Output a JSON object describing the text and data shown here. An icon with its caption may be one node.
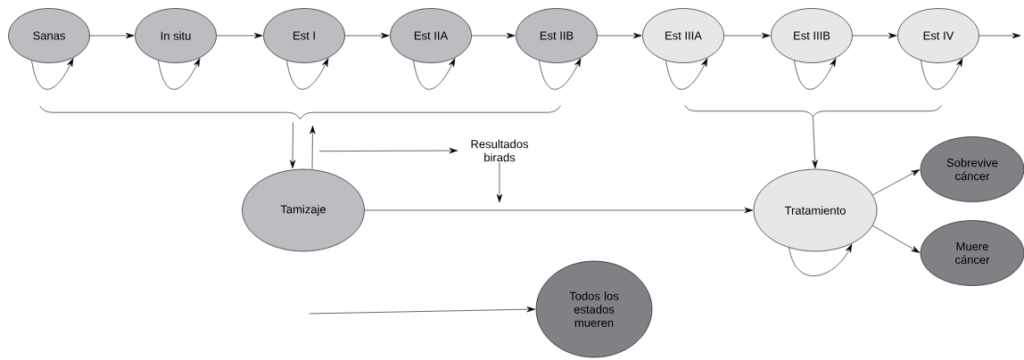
{
  "diagram": {
    "nodes": [
      {
        "text": [
          "Sanas"
        ]
      },
      {
        "text": [
          "In situ"
        ]
      },
      {
        "text": [
          "Est I"
        ]
      },
      {
        "text": [
          "Est IIA"
        ]
      },
      {
        "text": [
          "Est IIB"
        ]
      },
      {
        "text": [
          "Est IIIA"
        ]
      },
      {
        "text": [
          "Est IIIB"
        ]
      },
      {
        "text": [
          "Est IV"
        ]
      },
      {
        "text": [
          "Tamizaje"
        ]
      },
      {
        "text": [
          "Resultados birads"
        ]
      },
      {
        "text": [
          "Tratamiento"
        ]
      },
      {
        "text": [
          "Sobrevive cáncer"
        ]
      },
      {
        "text": [
          "Muere cáncer"
        ]
      },
      {
        "text": [
          "Todos los estados mueren"
        ]
      },
      {
        "text": [],
        "shape": "brace"
      },
      {
        "text": [],
        "shape": "brace"
      }
    ],
    "edges": [
      {
        "from": 0,
        "to": 1,
        "arrow": "to"
      },
      {
        "from": 1,
        "to": 2,
        "arrow": "to"
      },
      {
        "from": 2,
        "to": 3,
        "arrow": "to"
      },
      {
        "from": 3,
        "to": 4,
        "arrow": "to"
      },
      {
        "from": 4,
        "to": 5,
        "arrow": "to"
      },
      {
        "from": 5,
        "to": 6,
        "arrow": "to"
      },
      {
        "from": 6,
        "to": 7,
        "arrow": "to"
      },
      {
        "from": 7,
        "to": null,
        "arrow": "to"
      },
      {
        "from": 0,
        "to": 0,
        "arrow": "to"
      },
      {
        "from": 1,
        "to": 1,
        "arrow": "to"
      },
      {
        "from": 2,
        "to": 2,
        "arrow": "to"
      },
      {
        "from": 3,
        "to": 3,
        "arrow": "to"
      },
      {
        "from": 4,
        "to": 4,
        "arrow": "to"
      },
      {
        "from": 5,
        "to": 5,
        "arrow": "to"
      },
      {
        "from": 6,
        "to": 6,
        "arrow": "to"
      },
      {
        "from": 7,
        "to": 7,
        "arrow": "to"
      },
      {
        "from": 14,
        "to": 8,
        "arrow": "to"
      },
      {
        "from": 8,
        "to": 14,
        "arrow": "to"
      },
      {
        "from": 8,
        "to": 9,
        "arrow": "to"
      },
      {
        "from": 9,
        "to": null,
        "arrow": "to"
      },
      {
        "from": 8,
        "to": 10,
        "arrow": "to"
      },
      {
        "from": 15,
        "to": 10,
        "arrow": "to"
      },
      {
        "from": 10,
        "to": 10,
        "arrow": "to"
      },
      {
        "from": 10,
        "to": 11,
        "arrow": "to"
      },
      {
        "from": 10,
        "to": 12,
        "arrow": "to"
      },
      {
        "from": null,
        "to": 13,
        "arrow": "to"
      }
    ]
  }
}
